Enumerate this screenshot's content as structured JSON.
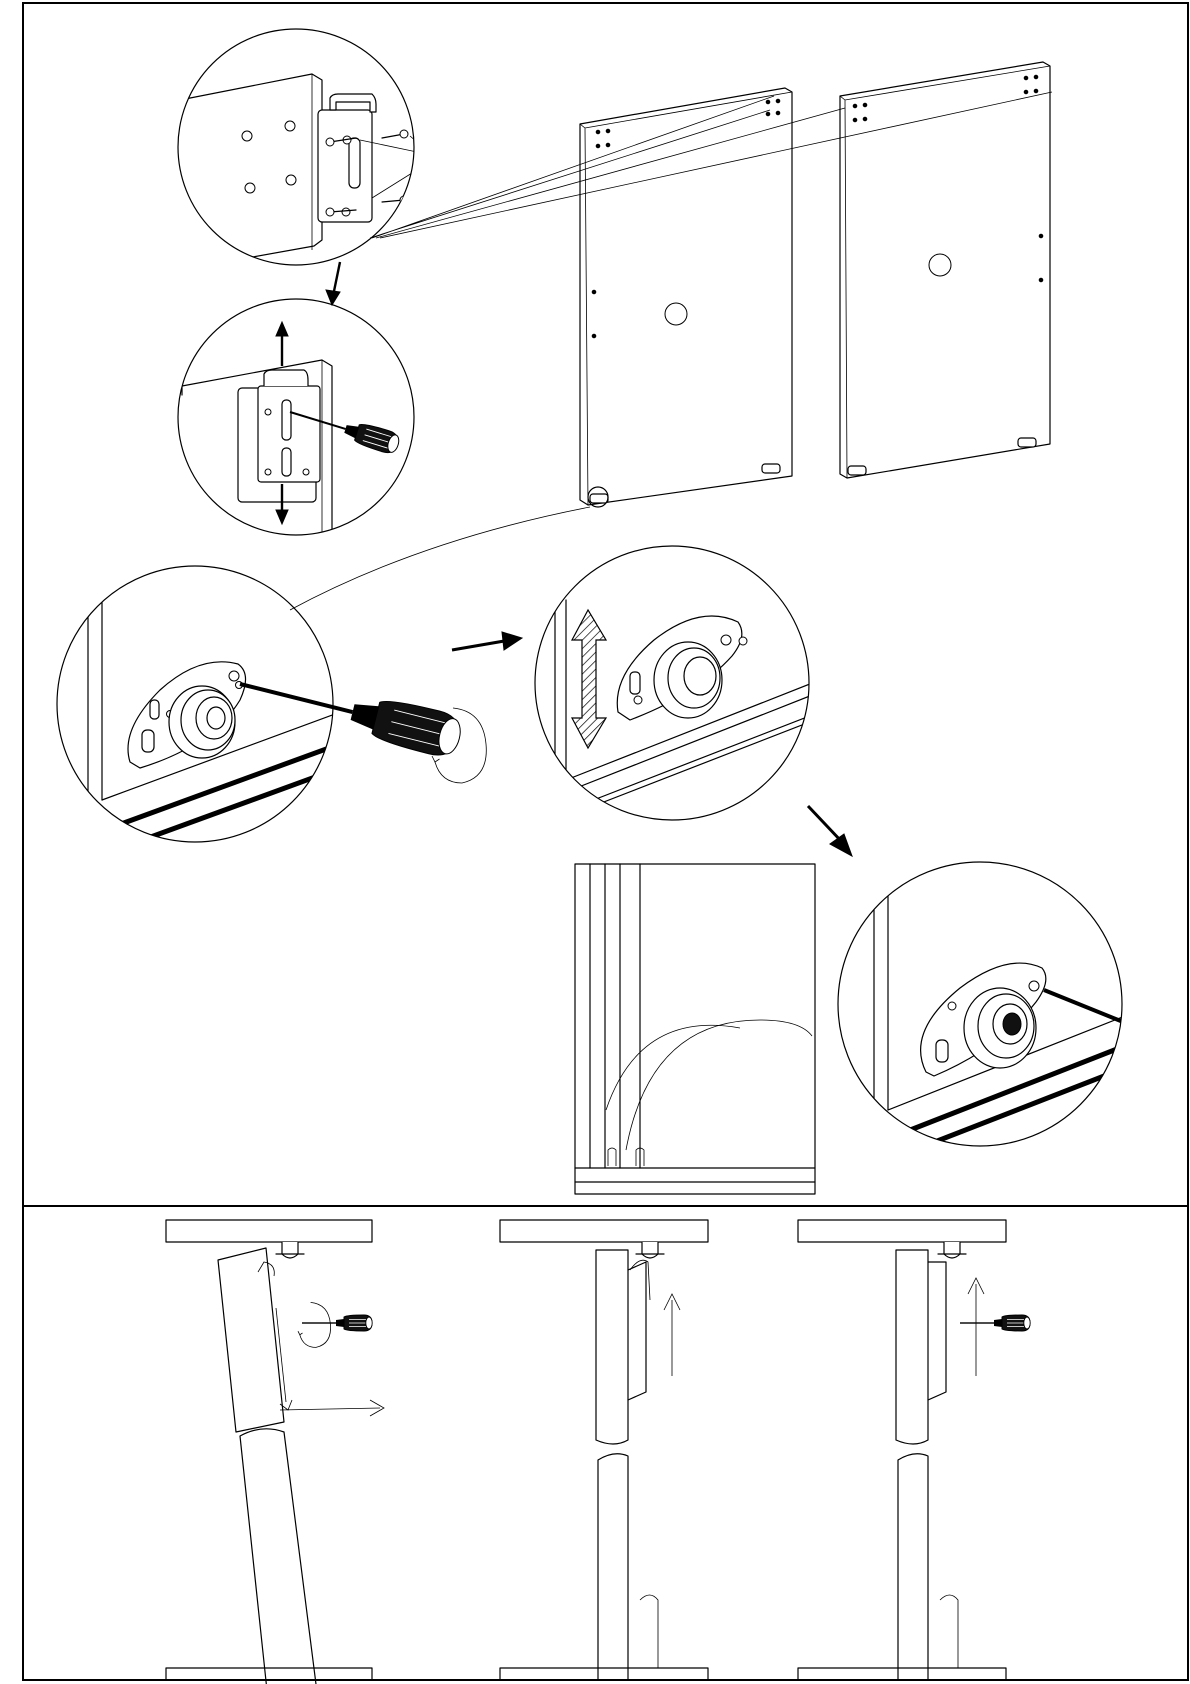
{
  "diagram": {
    "style": "line-art assembly instructions",
    "colors": {
      "ink": "#000000",
      "paper": "#ffffff",
      "handle_dark": "#111111",
      "fill_light": "#dcdcdc"
    },
    "icons": [
      "screwdriver-icon",
      "rotation-arrow-icon",
      "direction-arrow-icon",
      "up-down-arrow-icon"
    ],
    "steps": [
      {
        "id": "fit-top-bracket",
        "icons": [
          "screw-icon",
          "leader-lines-icon"
        ]
      },
      {
        "id": "adjust-bracket-height",
        "icons": [
          "screwdriver-icon",
          "up-down-arrow-icon"
        ]
      },
      {
        "id": "panels-overview",
        "count": 2
      },
      {
        "id": "loosen-bottom-roller",
        "icons": [
          "screwdriver-icon",
          "rotation-arrow-icon"
        ]
      },
      {
        "id": "raise-roller",
        "icons": [
          "up-down-arrow-icon"
        ]
      },
      {
        "id": "tighten-bottom-roller",
        "icons": [
          "screwdriver-icon",
          "rotation-arrow-icon"
        ]
      },
      {
        "id": "door-in-frame-detail"
      },
      {
        "id": "tilt-door-into-track",
        "icons": [
          "screwdriver-icon",
          "direction-arrow-icon"
        ]
      },
      {
        "id": "lift-door-up",
        "icons": [
          "direction-arrow-icon"
        ]
      },
      {
        "id": "lock-top-guide",
        "icons": [
          "screwdriver-icon",
          "direction-arrow-icon"
        ]
      }
    ]
  }
}
